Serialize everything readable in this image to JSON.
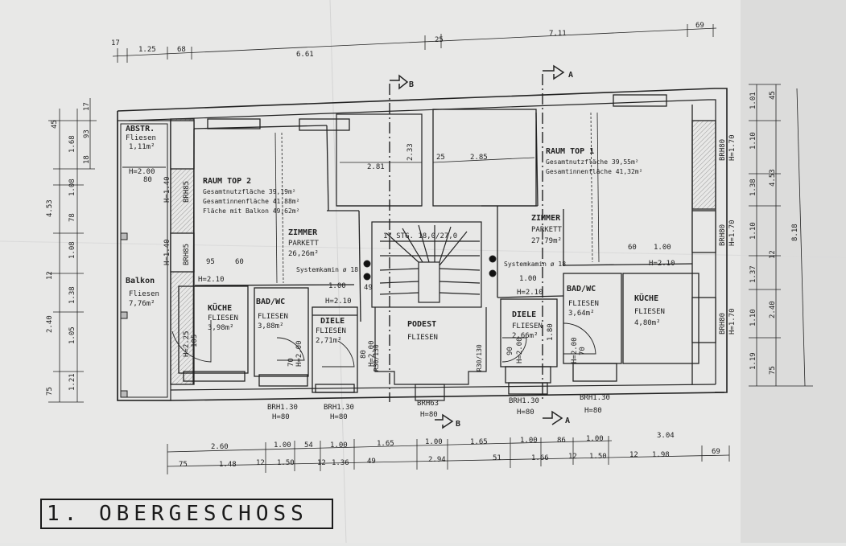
{
  "title": "1. OBERGESCHOSS",
  "section_markers": {
    "a": "A",
    "b": "B"
  },
  "stair": {
    "label": "17 STG. 18,0/27,0",
    "landing_name": "PODEST",
    "landing_floor": "FLIESEN",
    "r_left": "R30/130",
    "r_right": "R30/130"
  },
  "rooms": {
    "abstr": {
      "name": "ABSTR.",
      "floor": "Fliesen",
      "area": "1,11m²"
    },
    "balkon": {
      "name": "Balkon",
      "floor": "Fliesen",
      "area": "7,76m²"
    },
    "raum_top2": {
      "name": "RAUM TOP 2",
      "line1": "Gesamtnutzfläche  39,19m²",
      "line2": "Gesamtinnenfläche 41,88m²",
      "line3": "Fläche mit Balkon 49,62m²"
    },
    "zimmer_left": {
      "name": "ZIMMER",
      "floor": "PARKETT",
      "area": "26,26m²"
    },
    "kueche_left": {
      "name": "KÜCHE",
      "floor": "FLIESEN",
      "area": "3,98m²"
    },
    "bad_left": {
      "name": "BAD/WC",
      "floor": "FLIESEN",
      "area": "3,88m²"
    },
    "diele_left": {
      "name": "DIELE",
      "floor": "FLIESEN",
      "area": "2,71m²"
    },
    "raum_top1": {
      "name": "RAUM TOP 1",
      "line1": "Gesamtnutzfläche 39,55m²",
      "line2": "Gesamtinnenfläche 41,32m²"
    },
    "zimmer_right": {
      "name": "ZIMMER",
      "floor": "PARKETT",
      "area": "27,79m²"
    },
    "diele_right": {
      "name": "DIELE",
      "floor": "FLIESEN",
      "area": "2,66m²"
    },
    "bad_right": {
      "name": "BAD/WC",
      "floor": "FLIESEN",
      "area": "3,64m²"
    },
    "kueche_right": {
      "name": "KÜCHE",
      "floor": "FLIESEN",
      "area": "4,80m²"
    }
  },
  "chimneys": {
    "left": "Systemkamin ø 18",
    "right": "Systemkamin ø 18"
  },
  "top_dims": [
    "17",
    "1.25",
    "68",
    "6.61",
    "25",
    "7.11",
    "69"
  ],
  "left_dims_outer": [
    "45",
    "1.68",
    "1.08",
    "78",
    "1.08",
    "12",
    "1.38",
    "1.05",
    "1.21",
    "75"
  ],
  "left_dims_inner": [
    "93",
    "18"
  ],
  "left_totals": [
    "4.53",
    "2.40",
    "17"
  ],
  "right_dims": [
    "1.01",
    "45",
    "1.10",
    "1.38",
    "1.10",
    "12",
    "1.37",
    "1.10",
    "1.19",
    "75"
  ],
  "right_totals": [
    "4.53",
    "2.40",
    "8.18"
  ],
  "bottom_row1": [
    "2.60",
    "1.00",
    "54",
    "1.00",
    "1.65",
    "1.00",
    "1.65",
    "1.00",
    "86",
    "1.00",
    "3.04"
  ],
  "bottom_row2": [
    "75",
    "1.48",
    "12",
    "1.50",
    "12",
    "1.36",
    "49",
    "2.94",
    "51",
    "1.66",
    "12",
    "1.50",
    "12",
    "1.98",
    "69"
  ],
  "openings": {
    "h210": "H=2.10",
    "h200": "H=2.00",
    "h140": "H=1.40",
    "h170": "H=1.70",
    "h225": "H=2.25",
    "brh85": "BRH85",
    "brh80": "BRH80",
    "brh130": "BRH1.30",
    "brh63": "BRH63",
    "h80": "H=80",
    "d80": "80",
    "d95": "95",
    "d60": "60",
    "d100": "1.00",
    "d49": "49",
    "d105": "105",
    "d70": "70",
    "d90": "90",
    "d180": "1.80",
    "d281": "2.81",
    "d233": "2.33",
    "d25": "25",
    "d285": "2.85"
  }
}
